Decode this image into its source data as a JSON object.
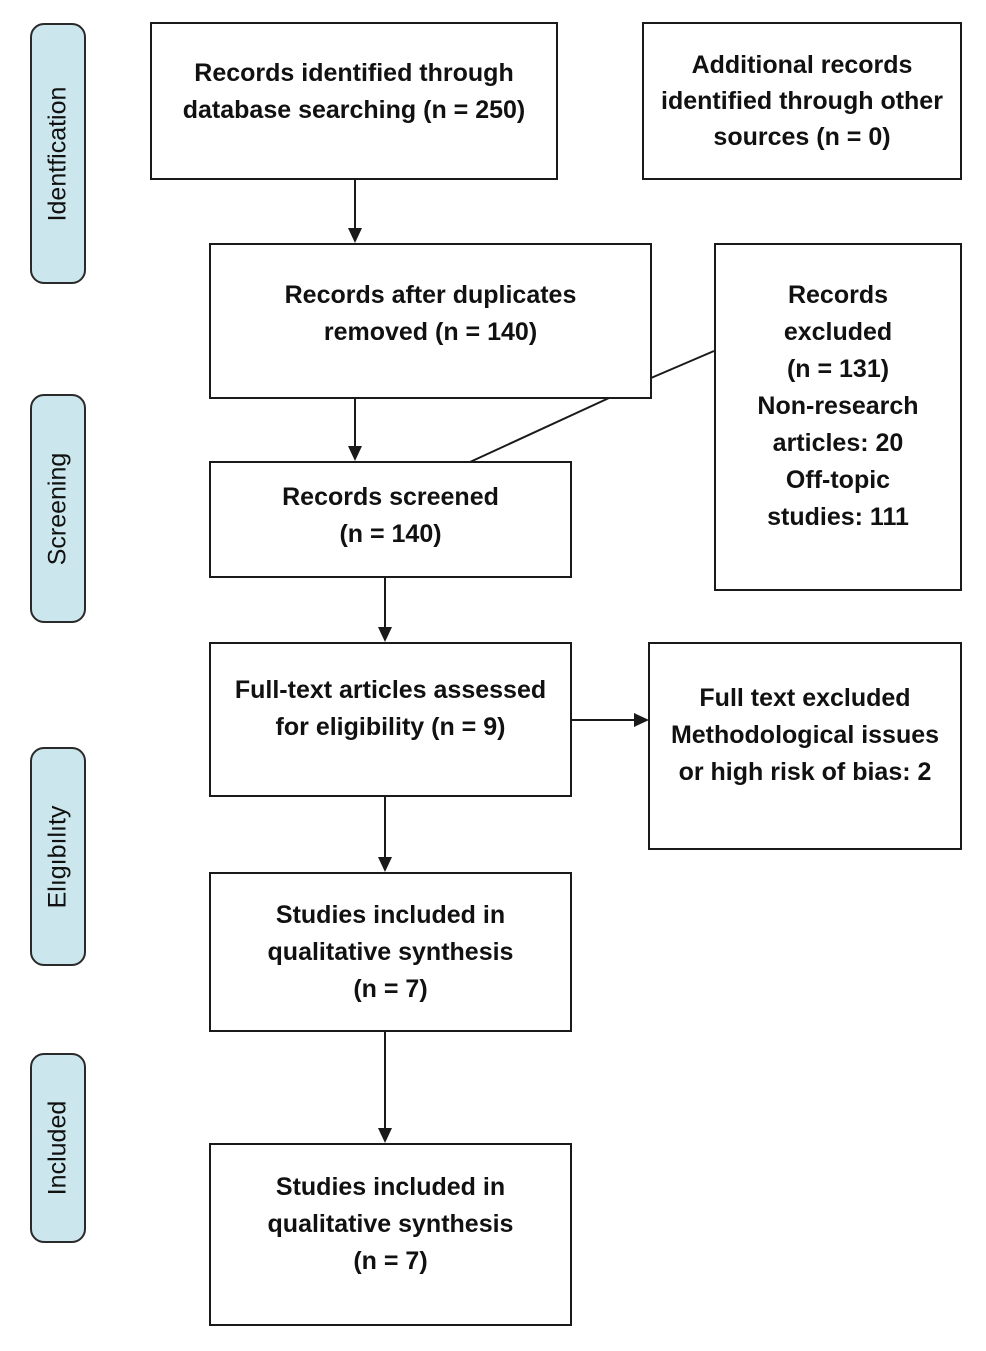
{
  "stages": {
    "identification": "Identfication",
    "screening": "Screening",
    "eligibility": "Elıgıbılıty",
    "included": "Included"
  },
  "boxes": {
    "db_search": [
      "Records identified through",
      "database searching (n = 250)"
    ],
    "other_sources": [
      "Additional records",
      "identified through other",
      "sources (n = 0)"
    ],
    "after_duplicates": [
      "Records after duplicates",
      "removed (n = 140)"
    ],
    "records_excluded": [
      "Records",
      "excluded",
      "(n = 131)",
      "Non-research",
      "articles: 20",
      "Off-topic",
      "studies: 111"
    ],
    "screened": [
      "Records screened",
      "(n = 140)"
    ],
    "fulltext_assessed": [
      "Full-text articles assessed",
      "for eligibility (n = 9)"
    ],
    "fulltext_excluded": [
      "Full text excluded",
      "Methodological issues",
      "or high risk of bias: 2"
    ],
    "qualitative_1": [
      "Studies included in",
      "qualitative synthesis",
      "(n = 7)"
    ],
    "qualitative_2": [
      "Studies included in",
      "qualitative synthesis",
      "(n = 7)"
    ]
  },
  "colors": {
    "stage_fill": "#cbe6ec",
    "stroke": "#1a1a1a"
  }
}
